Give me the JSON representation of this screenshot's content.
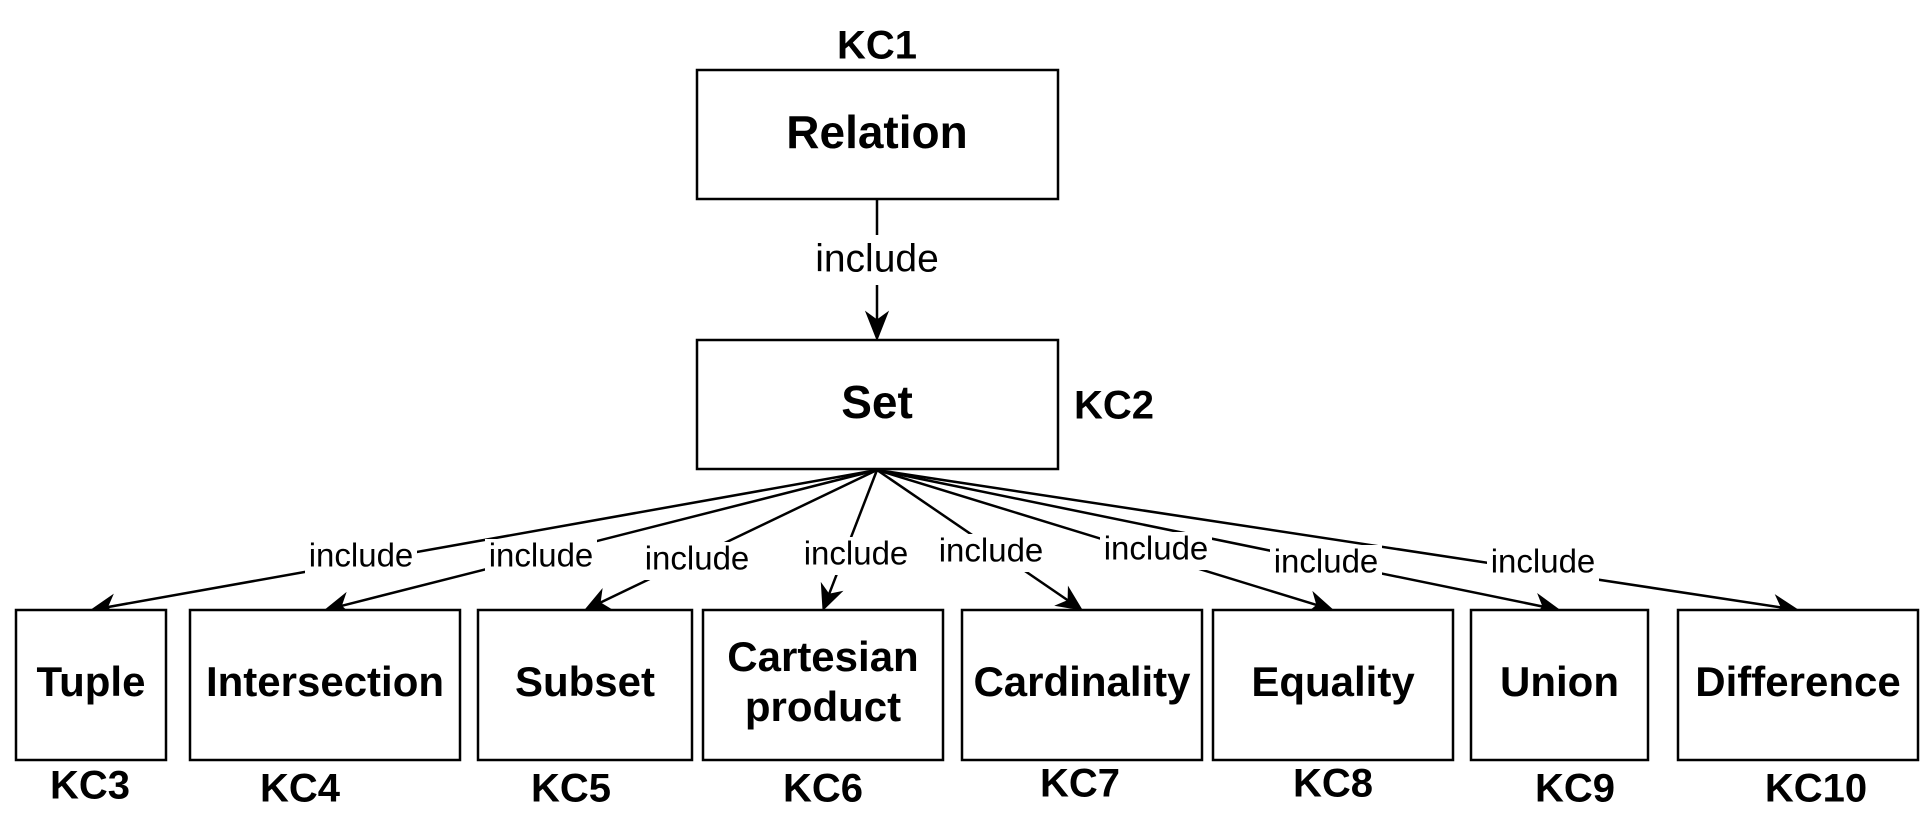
{
  "diagram": {
    "root": {
      "label": "Relation",
      "kc": "KC1"
    },
    "set": {
      "label": "Set",
      "kc": "KC2"
    },
    "root_edge_label": "include",
    "children": [
      {
        "label": "Tuple",
        "kc": "KC3",
        "edge_label": "include"
      },
      {
        "label": "Intersection",
        "kc": "KC4",
        "edge_label": "include"
      },
      {
        "label": "Subset",
        "kc": "KC5",
        "edge_label": "include"
      },
      {
        "label": "Cartesian product",
        "lines": [
          "Cartesian",
          "product"
        ],
        "kc": "KC6",
        "edge_label": "include"
      },
      {
        "label": "Cardinality",
        "kc": "KC7",
        "edge_label": "include"
      },
      {
        "label": "Equality",
        "kc": "KC8",
        "edge_label": "include"
      },
      {
        "label": "Union",
        "kc": "KC9",
        "edge_label": "include"
      },
      {
        "label": "Difference",
        "kc": "KC10",
        "edge_label": "include"
      }
    ]
  }
}
